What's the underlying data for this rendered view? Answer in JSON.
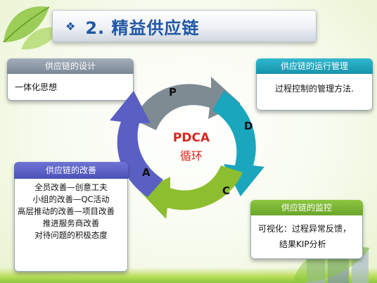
{
  "title": {
    "bullet": "❖",
    "text": "2. 精益供应链"
  },
  "boxes": {
    "design": {
      "header": "供应链的设计",
      "body": "一体化思想"
    },
    "operations": {
      "header": "供应链的运行管理",
      "body": "过程控制的管理方法."
    },
    "improvement": {
      "header": "供应链的改善",
      "lines": [
        "全员改善—创意工夫",
        "小组的改善—QC活动",
        "高层推动的改善—项目改善",
        "推进服务商改善",
        "对待问题的积极态度"
      ]
    },
    "monitoring": {
      "header": "供应链的监控",
      "line1": "可视化：过程异常反馈，",
      "line2": "结果KIP分析"
    }
  },
  "cycle": {
    "center_line1": "PDCA",
    "center_line2": "循环",
    "letters": {
      "p": "P",
      "d": "D",
      "c": "C",
      "a": "A"
    },
    "colors": {
      "p": "#7f8b93",
      "d": "#1aa6bd",
      "c": "#8cbe2f",
      "a": "#5a5fc4"
    }
  }
}
